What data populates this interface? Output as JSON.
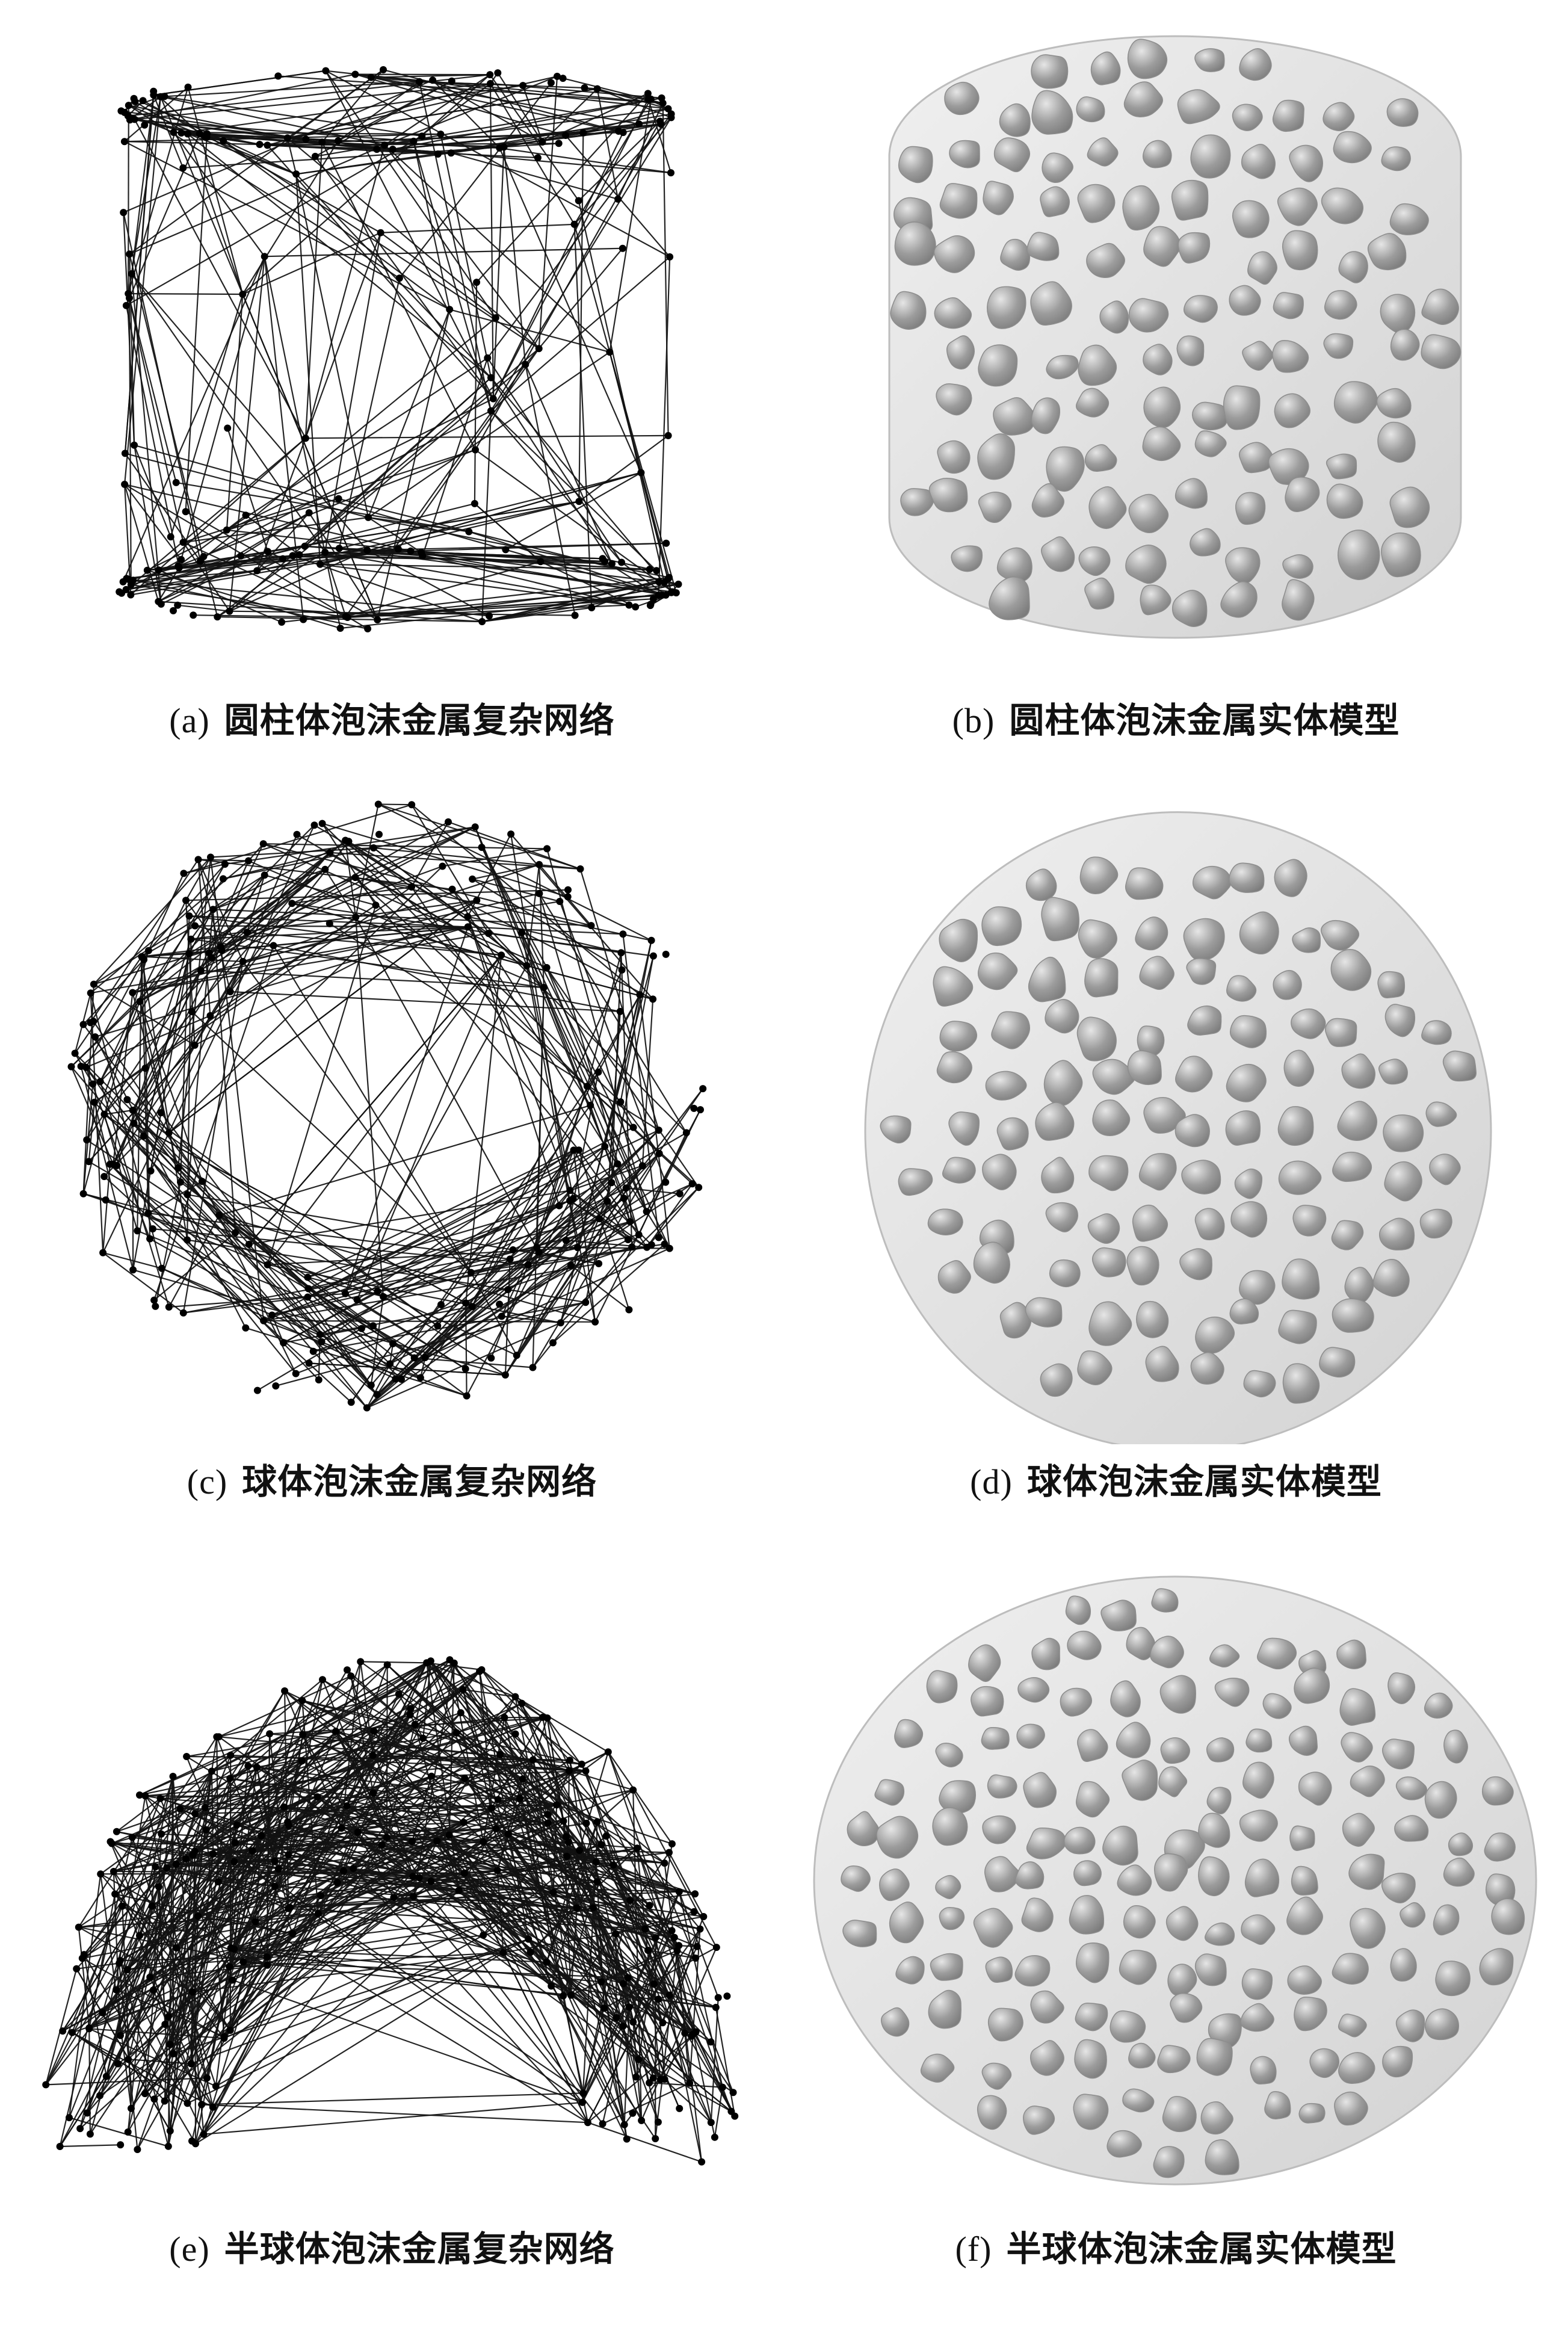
{
  "figure": {
    "panels": [
      {
        "id": "a",
        "letter": "(a)",
        "caption": "圆柱体泡沫金属复杂网络",
        "shape": "cylinder",
        "style": "network"
      },
      {
        "id": "b",
        "letter": "(b)",
        "caption": "圆柱体泡沫金属实体模型",
        "shape": "cylinder",
        "style": "solid"
      },
      {
        "id": "c",
        "letter": "(c)",
        "caption": "球体泡沫金属复杂网络",
        "shape": "sphere",
        "style": "network"
      },
      {
        "id": "d",
        "letter": "(d)",
        "caption": "球体泡沫金属实体模型",
        "shape": "sphere",
        "style": "solid"
      },
      {
        "id": "e",
        "letter": "(e)",
        "caption": "半球体泡沫金属复杂网络",
        "shape": "hemisphere",
        "style": "network"
      },
      {
        "id": "f",
        "letter": "(f)",
        "caption": "半球体泡沫金属实体模型",
        "shape": "hemisphere",
        "style": "solid"
      }
    ]
  },
  "colors": {
    "network_line": "#111111",
    "network_node": "#000000",
    "solid_metal": "#d2d2d2",
    "solid_pore": "#9c9c9c",
    "solid_highlight": "#f0f0f0"
  }
}
